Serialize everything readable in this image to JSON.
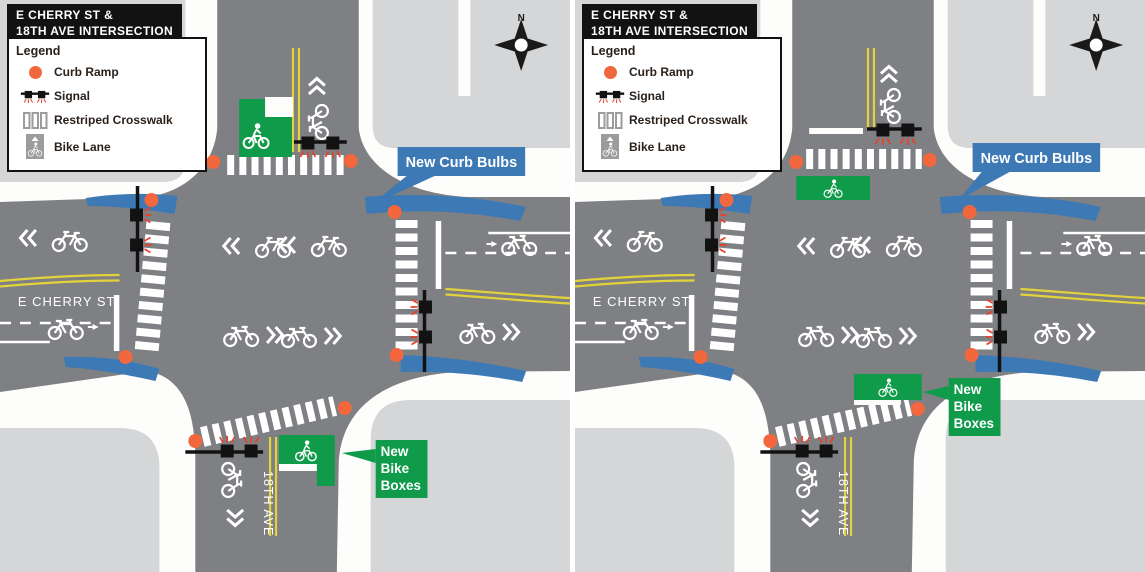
{
  "legend": {
    "title_line1": "E CHERRY ST &",
    "title_line2": "18TH AVE INTERSECTION",
    "heading": "Legend",
    "items": [
      {
        "icon": "curb-ramp",
        "label": "Curb Ramp"
      },
      {
        "icon": "signal",
        "label": "Signal"
      },
      {
        "icon": "restriped-crosswalk",
        "label": "Restriped Crosswalk"
      },
      {
        "icon": "bike-lane",
        "label": "Bike Lane"
      }
    ]
  },
  "labels": {
    "street_ew": "E CHERRY ST",
    "street_ns": "18TH AVE",
    "compass_north": "N"
  },
  "callouts": {
    "curb_bulbs": {
      "label": "New Curb Bulbs"
    },
    "bike_boxes": {
      "label": "New Bike Boxes",
      "lines": [
        "New",
        "Bike",
        "Boxes"
      ]
    }
  },
  "colors": {
    "road_gray": "#7e8083",
    "block_gray": "#d5d6d7",
    "sidewalk_white": "#fdfdfb",
    "curb_bulb_blue": "#3d79b5",
    "bike_box_green": "#0f9b4a",
    "curb_ramp_orange": "#f2673e",
    "centerline_yellow": "#e3d33b",
    "signal_red": "#e8402a",
    "legend_icon_gray": "#9a9c9e"
  }
}
